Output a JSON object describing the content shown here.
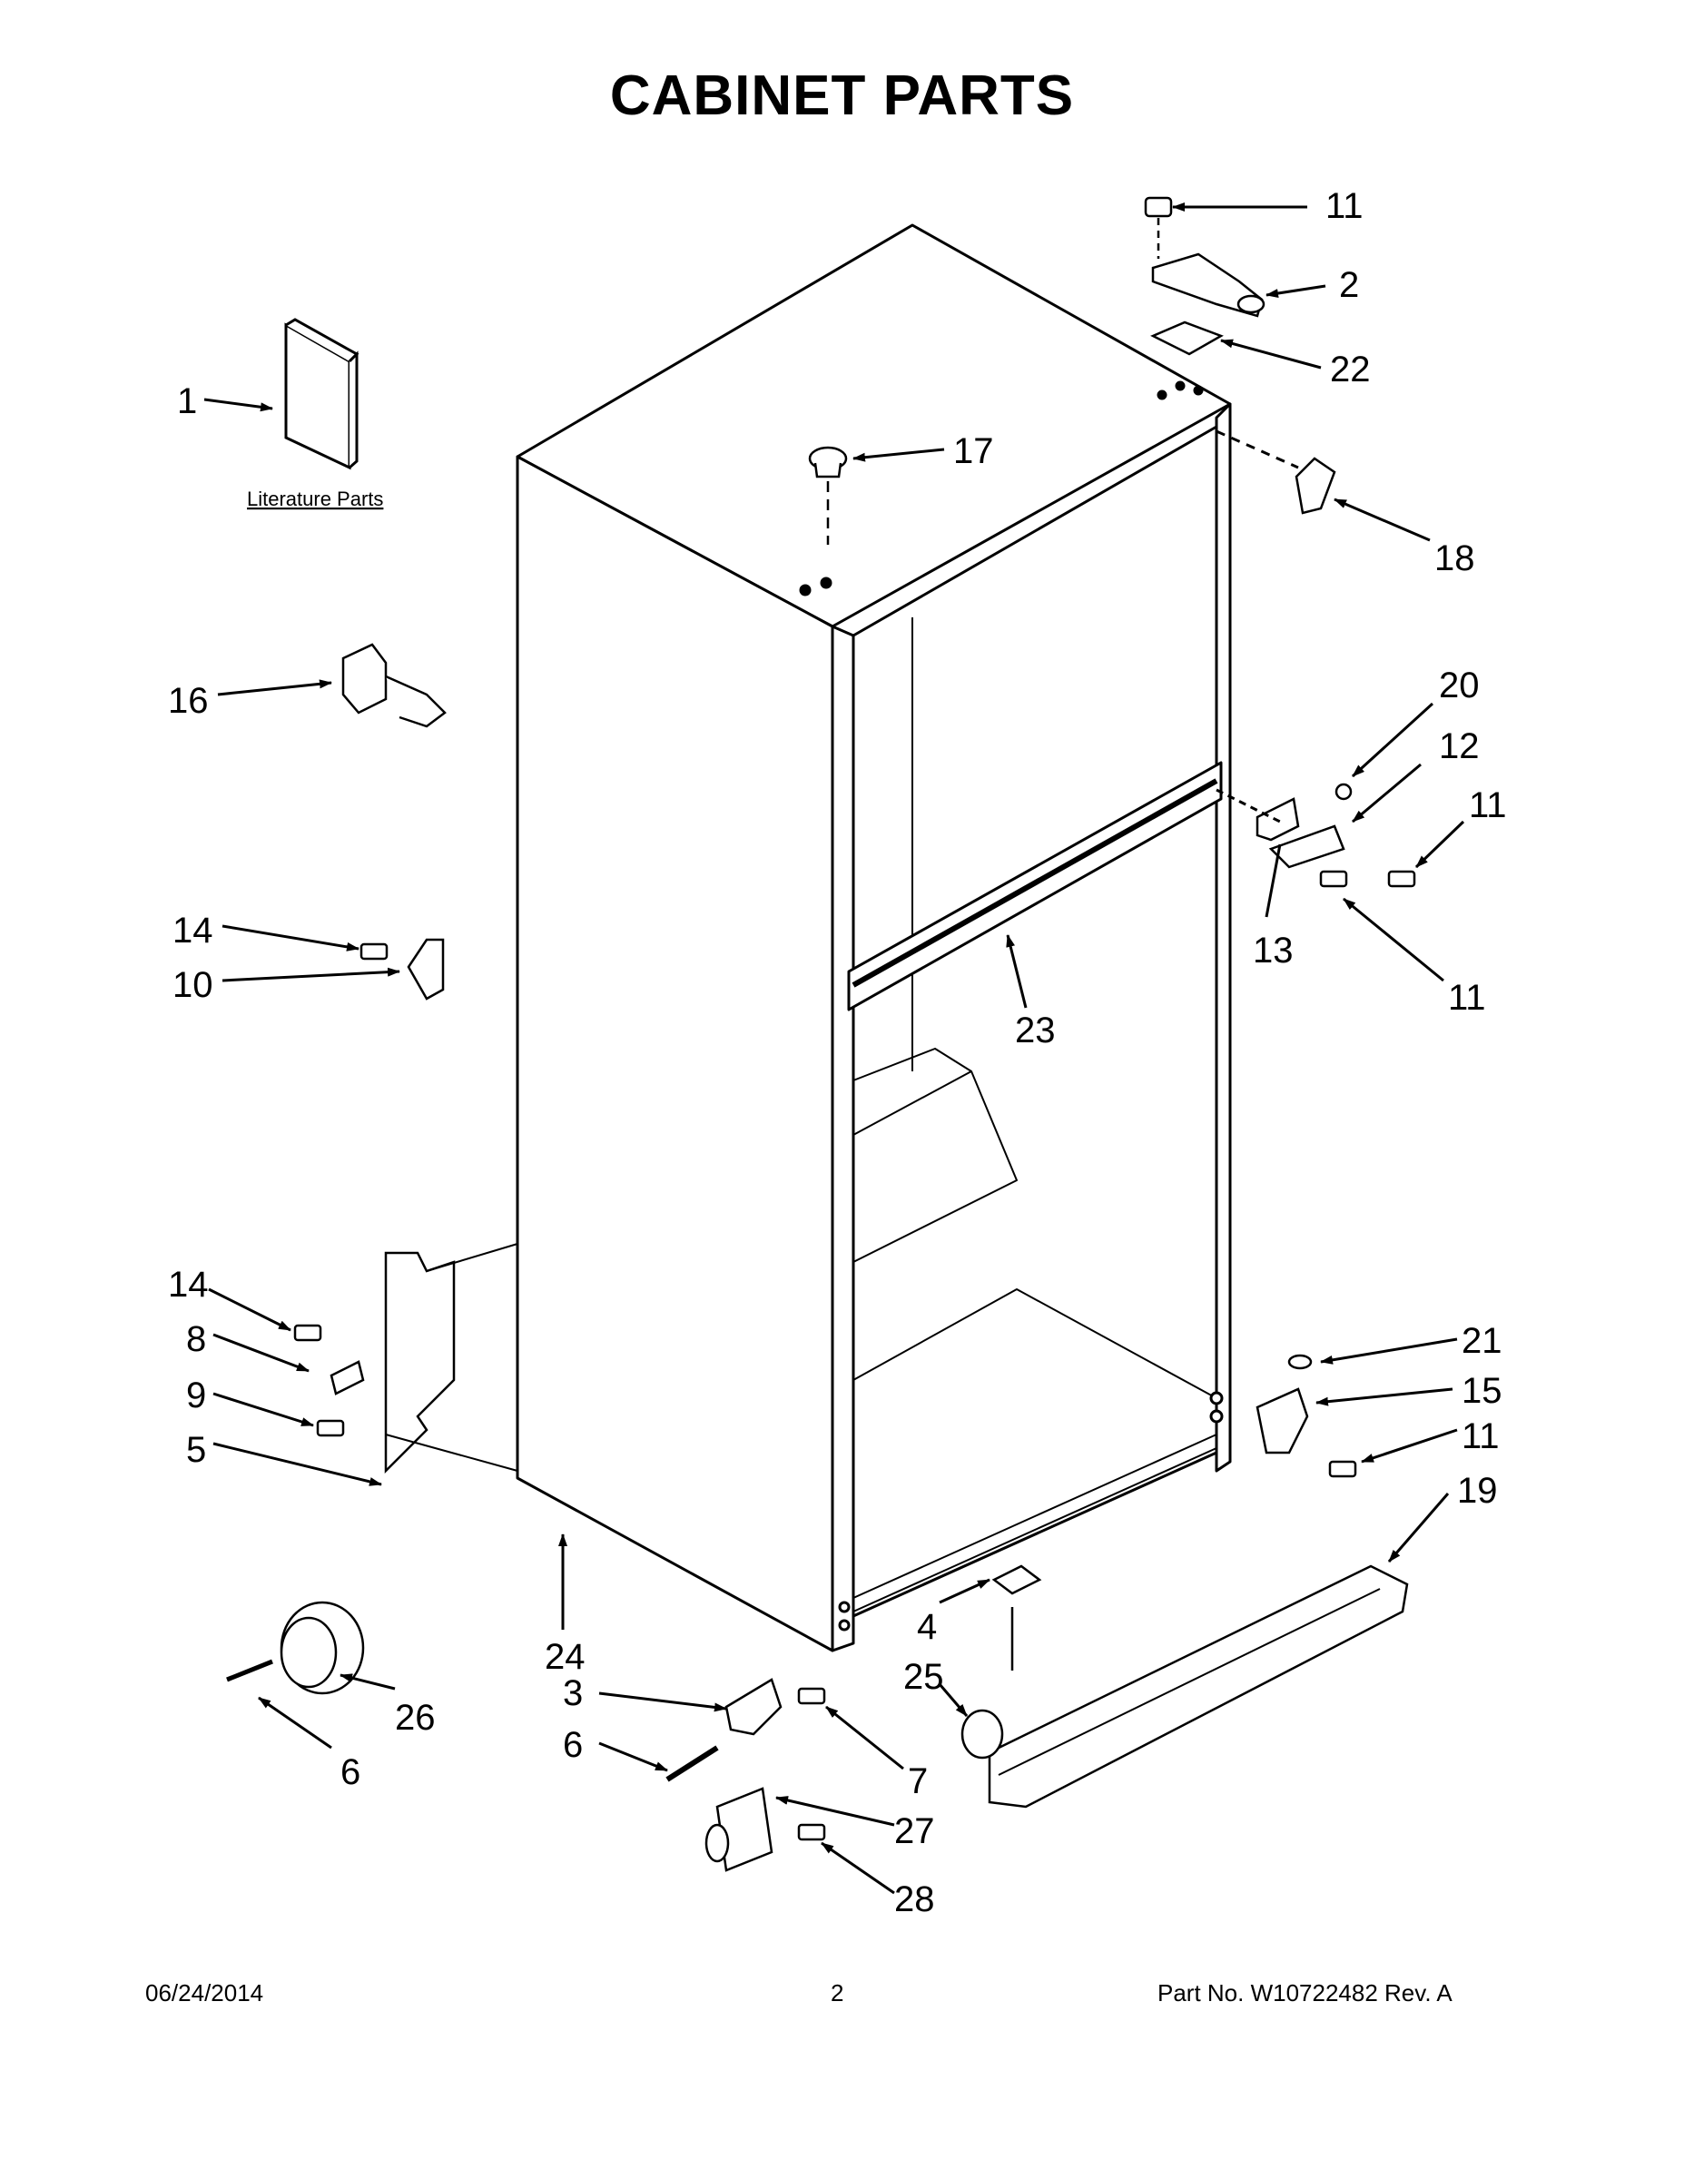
{
  "title": "CABINET PARTS",
  "literature_label": "Literature Parts",
  "callouts": {
    "c1": "1",
    "c2": "2",
    "c3": "3",
    "c4": "4",
    "c5": "5",
    "c6a": "6",
    "c6b": "6",
    "c7": "7",
    "c8": "8",
    "c9": "9",
    "c10": "10",
    "c11a": "11",
    "c11b": "11",
    "c11c": "11",
    "c11d": "11",
    "c12": "12",
    "c13": "13",
    "c14a": "14",
    "c14b": "14",
    "c15": "15",
    "c16": "16",
    "c17": "17",
    "c18": "18",
    "c19": "19",
    "c20": "20",
    "c21": "21",
    "c22": "22",
    "c23": "23",
    "c24": "24",
    "c25": "25",
    "c26": "26",
    "c27": "27",
    "c28": "28"
  },
  "footer": {
    "date": "06/24/2014",
    "page": "2",
    "part_no": "Part No.  W10722482  Rev.  A"
  }
}
